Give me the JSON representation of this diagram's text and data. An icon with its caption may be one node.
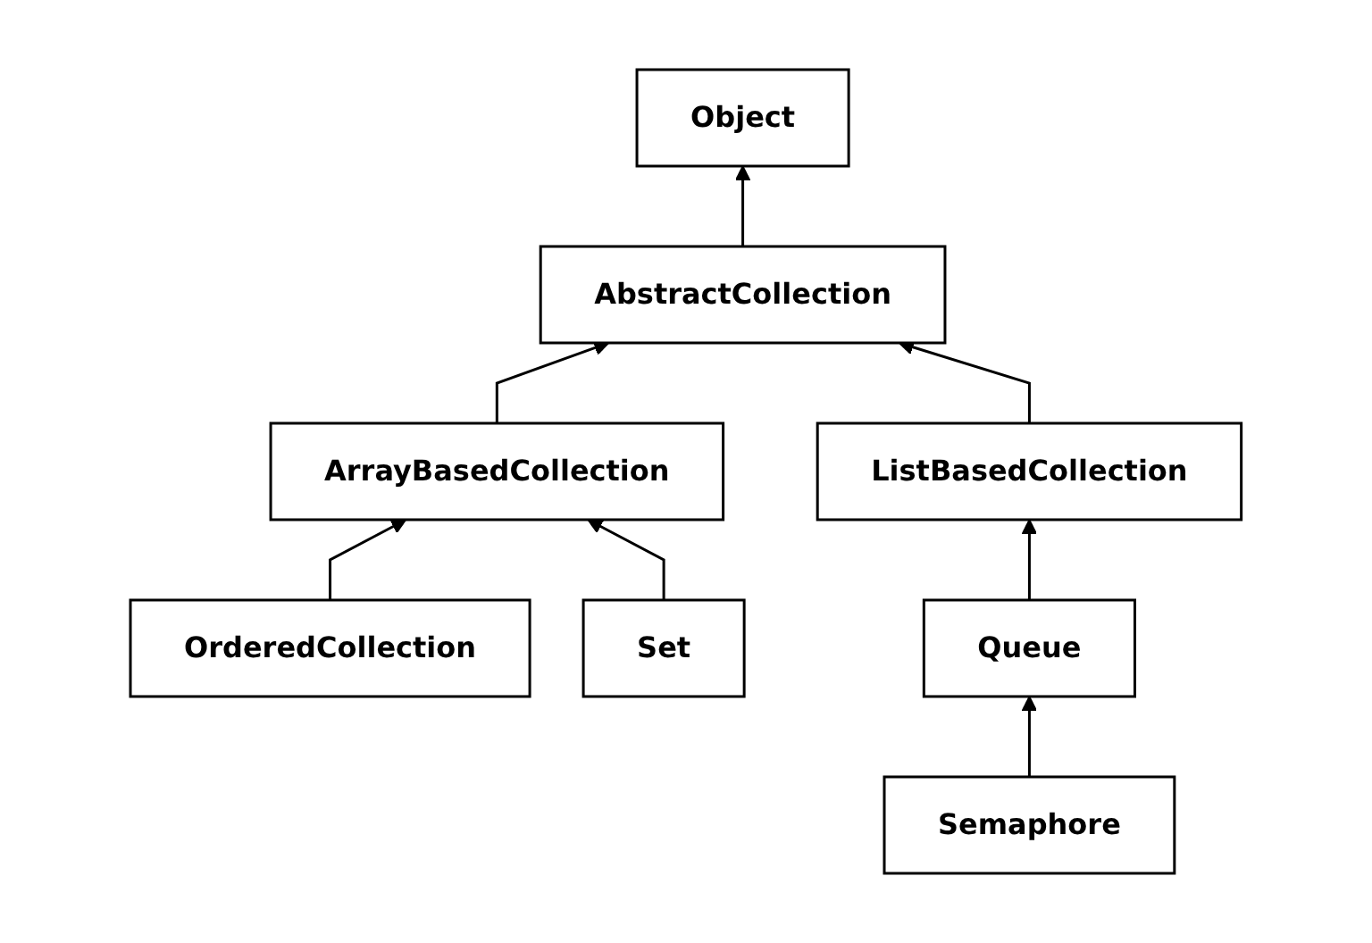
{
  "diagram": {
    "nodes": [
      {
        "text": [
          "Object"
        ]
      },
      {
        "text": [
          "AbstractCollection"
        ]
      },
      {
        "text": [
          "ArrayBasedCollection"
        ]
      },
      {
        "text": [
          "ListBasedCollection"
        ]
      },
      {
        "text": [
          "OrderedCollection"
        ]
      },
      {
        "text": [
          "Set"
        ]
      },
      {
        "text": [
          "Queue"
        ]
      },
      {
        "text": [
          "Semaphore"
        ]
      }
    ],
    "edges": [
      {
        "from": 1,
        "to": 0,
        "arrow": "to"
      },
      {
        "from": 2,
        "to": 1,
        "arrow": "to"
      },
      {
        "from": 3,
        "to": 1,
        "arrow": "to"
      },
      {
        "from": 4,
        "to": 2,
        "arrow": "to"
      },
      {
        "from": 5,
        "to": 2,
        "arrow": "to"
      },
      {
        "from": 6,
        "to": 3,
        "arrow": "to"
      },
      {
        "from": 7,
        "to": 6,
        "arrow": "to"
      }
    ]
  }
}
